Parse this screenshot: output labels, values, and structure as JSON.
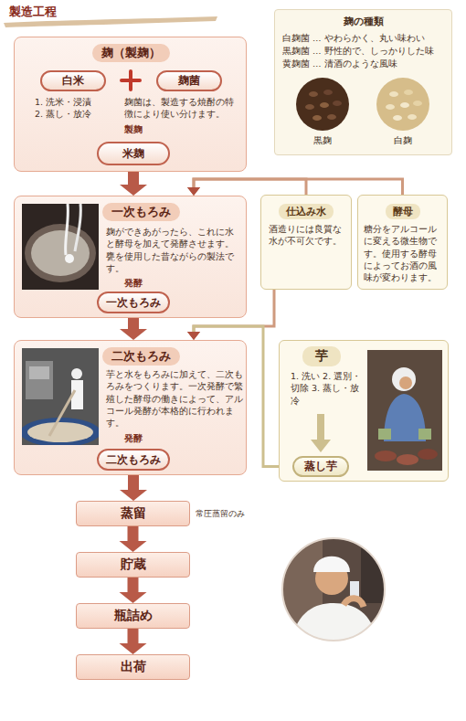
{
  "diagram": {
    "title": "製造工程",
    "nodes": [
      {
        "text": [
          "麹（製麹）",
          "1. 洗米・浸漬 2. 蒸し・放冷",
          "麹菌は、製造する焼酎の特徴により使い分けます。",
          "製麹"
        ]
      },
      {
        "text": [
          "白米"
        ],
        "in": 0
      },
      {
        "text": [
          "麹菌"
        ],
        "in": 0
      },
      {
        "text": [
          "米麹"
        ],
        "in": 0
      },
      {
        "text": [
          "麹の種類",
          "白麹菌 … やわらかく、丸い味わい",
          "黒麹菌 … 野性的で、しっかりした味",
          "黄麹菌 … 清酒のような風味",
          "黒麹",
          "白麹"
        ]
      },
      {
        "text": [
          "一次もろみ",
          "麹ができあがったら、これに水と酵母を加えて発酵させます。甕を使用した昔ながらの製法です。",
          "発酵"
        ]
      },
      {
        "text": [
          "一次もろみ"
        ],
        "in": 5
      },
      {
        "text": [
          "仕込み水",
          "酒造りには良質な水が不可欠です。"
        ]
      },
      {
        "text": [
          "酵母",
          "糖分をアルコールに変える微生物です。使用する酵母によってお酒の風味が変わります。"
        ]
      },
      {
        "text": [
          "二次もろみ",
          "芋と水をもろみに加えて、二次もろみをつくります。一次発酵で繁殖した酵母の働きによって、アルコール発酵が本格的に行われます。",
          "発酵"
        ]
      },
      {
        "text": [
          "二次もろみ"
        ],
        "in": 9
      },
      {
        "text": [
          "芋",
          "1. 洗い 2. 選別・切除 3. 蒸し・放冷"
        ]
      },
      {
        "text": [
          "蒸し芋"
        ],
        "in": 11
      },
      {
        "text": [
          "蒸留"
        ]
      },
      {
        "text": [
          "貯蔵"
        ]
      },
      {
        "text": [
          "瓶詰め"
        ]
      },
      {
        "text": [
          "出荷"
        ]
      }
    ],
    "edges": [
      {
        "from": 3,
        "to": 5,
        "arrow": "to"
      },
      {
        "from": 7,
        "to": 5,
        "arrow": "to"
      },
      {
        "from": 8,
        "to": 5,
        "arrow": "to"
      },
      {
        "from": 6,
        "to": 9,
        "arrow": "to"
      },
      {
        "from": 7,
        "to": 9,
        "arrow": "to"
      },
      {
        "from": 12,
        "to": 9,
        "arrow": "to"
      },
      {
        "from": 10,
        "to": 13,
        "arrow": "to"
      },
      {
        "from": 13,
        "to": 14,
        "arrow": "to"
      },
      {
        "from": 14,
        "to": 15,
        "arrow": "to"
      },
      {
        "from": 15,
        "to": 16,
        "arrow": "to"
      }
    ],
    "labels": [
      "常圧蒸留のみ"
    ]
  }
}
